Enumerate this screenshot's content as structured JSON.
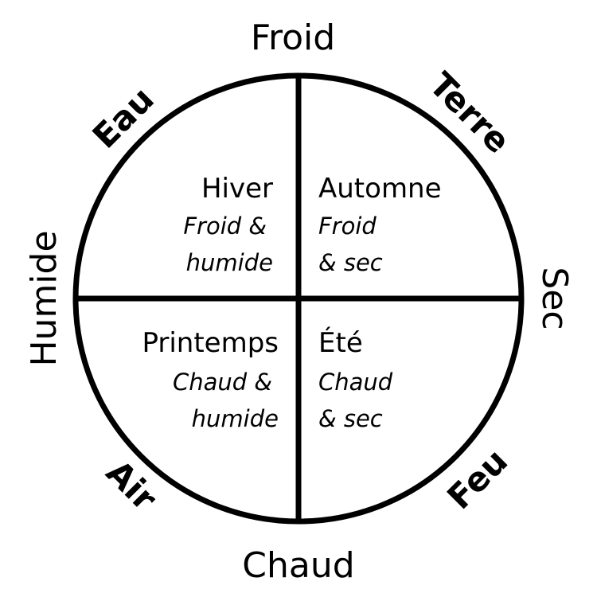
{
  "qualities": {
    "top": "Froid",
    "bottom": "Chaud",
    "left": "Humide",
    "right": "Sec"
  },
  "elements": {
    "top_left": "Eau",
    "top_right": "Terre",
    "bottom_left": "Air",
    "bottom_right": "Feu"
  },
  "seasons": {
    "top_left": {
      "name": "Hiver",
      "line1": "Froid &",
      "line2": "humide"
    },
    "top_right": {
      "name": "Automne",
      "line1": "Froid",
      "line2": "& sec"
    },
    "bottom_left": {
      "name": "Printemps",
      "line1": "Chaud &",
      "line2": "humide"
    },
    "bottom_right": {
      "name": "Été",
      "line1": "Chaud",
      "line2": "& sec"
    }
  }
}
